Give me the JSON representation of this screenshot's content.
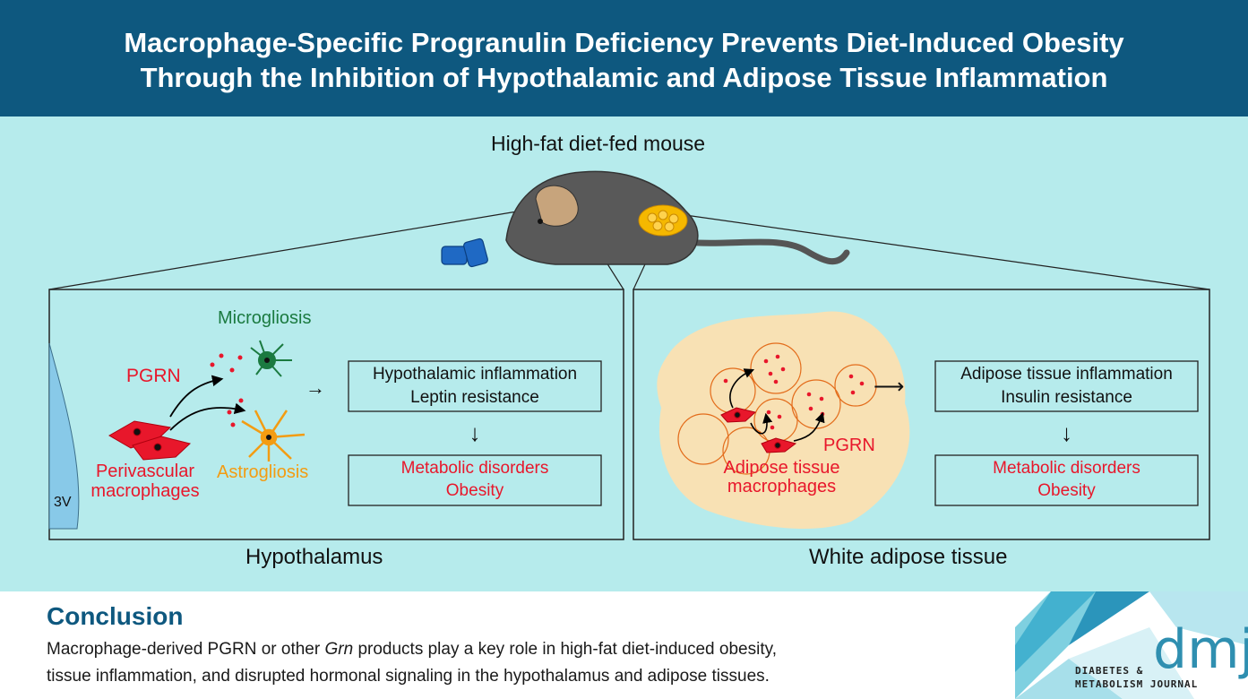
{
  "header": {
    "title_line1": "Macrophage-Specific Progranulin Deficiency Prevents Diet-Induced Obesity",
    "title_line2": "Through the Inhibition of Hypothalamic and Adipose Tissue Inflammation"
  },
  "diagram": {
    "mouse_label": "High-fat diet-fed mouse",
    "hypothalamus": {
      "panel_label": "Hypothalamus",
      "ventricle_label": "3V",
      "pgrn_label": "PGRN",
      "microgliosis_label": "Microgliosis",
      "astrogliosis_label": "Astrogliosis",
      "macrophage_label_line1": "Perivascular",
      "macrophage_label_line2": "macrophages",
      "arrow_right": "→",
      "arrow_down": "↓",
      "box1_line1": "Hypothalamic inflammation",
      "box1_line2": "Leptin resistance",
      "box2_line1": "Metabolic disorders",
      "box2_line2": "Obesity"
    },
    "adipose": {
      "panel_label": "White adipose tissue",
      "pgrn_label": "PGRN",
      "macrophage_label_line1": "Adipose tissue",
      "macrophage_label_line2": "macrophages",
      "arrow_right": "⟶",
      "arrow_down": "↓",
      "box1_line1": "Adipose tissue inflammation",
      "box1_line2": "Insulin resistance",
      "box2_line1": "Metabolic disorders",
      "box2_line2": "Obesity"
    }
  },
  "conclusion": {
    "heading": "Conclusion",
    "line1_prefix": "Macrophage-derived PGRN or other ",
    "line1_italic": "Grn",
    "line1_suffix": " products play a key role in high-fat diet-induced obesity,",
    "line2": "tissue inflammation, and disrupted hormonal signaling in the hypothalamus and adipose tissues."
  },
  "logo": {
    "mark": "dmj",
    "text_line1": "DIABETES &",
    "text_line2": "METABOLISM JOURNAL"
  },
  "colors": {
    "header_bg": "#0e587f",
    "panel_bg": "#b6ebec",
    "red": "#e8172b",
    "green": "#1b7a40",
    "orange": "#f39c12",
    "fat_bg": "#f8e1b4"
  }
}
